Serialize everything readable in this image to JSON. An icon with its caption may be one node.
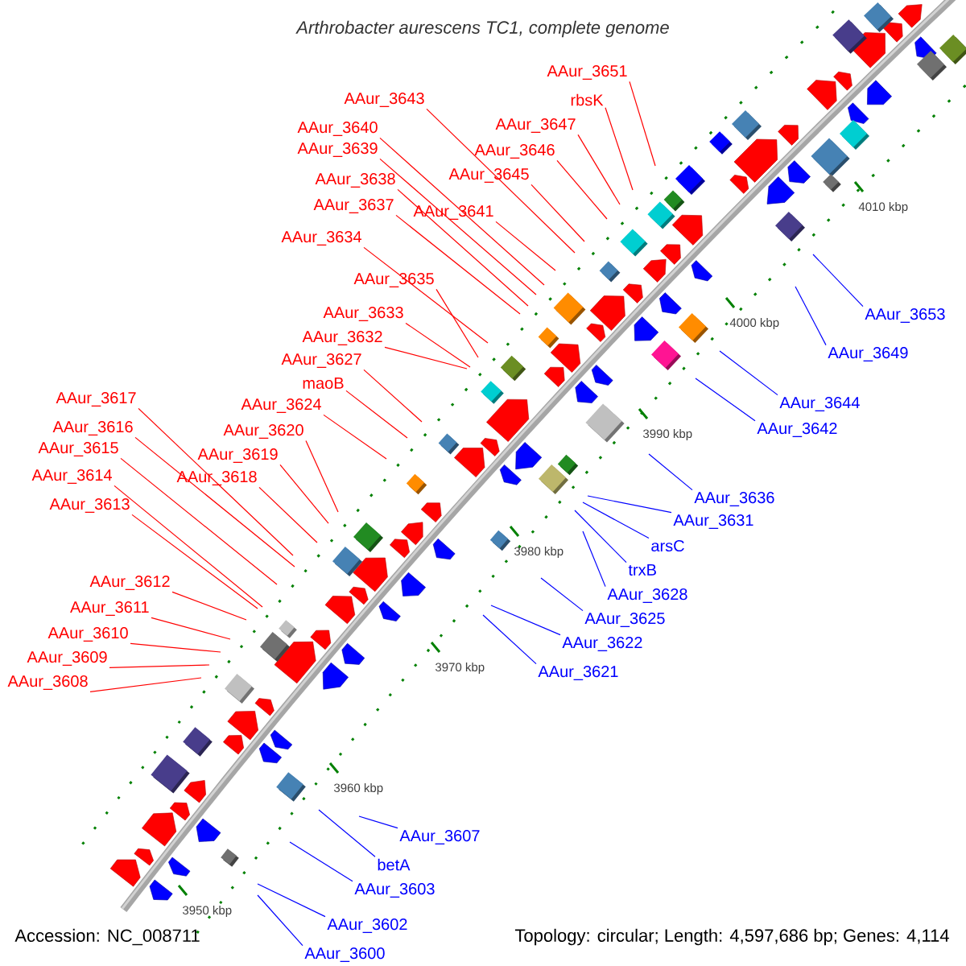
{
  "diagram": {
    "title": "Arthrobacter aurescens TC1, complete genome",
    "nodes": [
      {
        "text": [
          "AAur_3651"
        ]
      },
      {
        "text": [
          "rbsK"
        ]
      },
      {
        "text": [
          "AAur_3643"
        ]
      },
      {
        "text": [
          "AAur_3647"
        ]
      },
      {
        "text": [
          "AAur_3640"
        ]
      },
      {
        "text": [
          "AAur_3639"
        ]
      },
      {
        "text": [
          "AAur_3646"
        ]
      },
      {
        "text": [
          "AAur_3645"
        ]
      },
      {
        "text": [
          "AAur_3638"
        ]
      },
      {
        "text": [
          "AAur_3637"
        ]
      },
      {
        "text": [
          "AAur_3641"
        ]
      },
      {
        "text": [
          "AAur_3634"
        ]
      },
      {
        "text": [
          "AAur_3635"
        ]
      },
      {
        "text": [
          "AAur_3653"
        ]
      },
      {
        "text": [
          "AAur_3633"
        ]
      },
      {
        "text": [
          "AAur_3632"
        ]
      },
      {
        "text": [
          "AAur_3649"
        ]
      },
      {
        "text": [
          "AAur_3627"
        ]
      },
      {
        "text": [
          "maoB"
        ]
      },
      {
        "text": [
          "AAur_3617"
        ]
      },
      {
        "text": [
          "AAur_3644"
        ]
      },
      {
        "text": [
          "AAur_3624"
        ]
      },
      {
        "text": [
          "AAur_3616"
        ]
      },
      {
        "text": [
          "AAur_3642"
        ]
      },
      {
        "text": [
          "AAur_3620"
        ]
      },
      {
        "text": [
          "AAur_3615"
        ]
      },
      {
        "text": [
          "AAur_3619"
        ]
      },
      {
        "text": [
          "AAur_3614"
        ]
      },
      {
        "text": [
          "AAur_3618"
        ]
      },
      {
        "text": [
          "AAur_3636"
        ]
      },
      {
        "text": [
          "AAur_3613"
        ]
      },
      {
        "text": [
          "AAur_3631"
        ]
      },
      {
        "text": [
          "arsC"
        ]
      },
      {
        "text": [
          "trxB"
        ]
      },
      {
        "text": [
          "AAur_3612"
        ]
      },
      {
        "text": [
          "AAur_3628"
        ]
      },
      {
        "text": [
          "AAur_3611"
        ]
      },
      {
        "text": [
          "AAur_3625"
        ]
      },
      {
        "text": [
          "AAur_3610"
        ]
      },
      {
        "text": [
          "AAur_3622"
        ]
      },
      {
        "text": [
          "AAur_3609"
        ]
      },
      {
        "text": [
          "AAur_3621"
        ]
      },
      {
        "text": [
          "AAur_3608"
        ]
      },
      {
        "text": [
          "AAur_3607"
        ]
      },
      {
        "text": [
          "betA"
        ]
      },
      {
        "text": [
          "AAur_3603"
        ]
      },
      {
        "text": [
          "AAur_3602"
        ]
      },
      {
        "text": [
          "AAur_3600"
        ]
      }
    ],
    "edges": [
      {
        "from": 0,
        "to": null,
        "arrow": "none"
      },
      {
        "from": 1,
        "to": null,
        "arrow": "none"
      },
      {
        "from": 2,
        "to": null,
        "arrow": "none"
      },
      {
        "from": 3,
        "to": null,
        "arrow": "none"
      },
      {
        "from": 4,
        "to": null,
        "arrow": "none"
      },
      {
        "from": 5,
        "to": null,
        "arrow": "none"
      },
      {
        "from": 6,
        "to": null,
        "arrow": "none"
      },
      {
        "from": 7,
        "to": null,
        "arrow": "none"
      },
      {
        "from": 8,
        "to": null,
        "arrow": "none"
      },
      {
        "from": 9,
        "to": null,
        "arrow": "none"
      },
      {
        "from": 10,
        "to": null,
        "arrow": "none"
      },
      {
        "from": 11,
        "to": null,
        "arrow": "none"
      },
      {
        "from": 12,
        "to": null,
        "arrow": "none"
      },
      {
        "from": 13,
        "to": null,
        "arrow": "none",
        "color": "#0000ff"
      },
      {
        "from": 14,
        "to": null,
        "arrow": "none"
      },
      {
        "from": 15,
        "to": null,
        "arrow": "none"
      },
      {
        "from": 16,
        "to": null,
        "arrow": "none",
        "color": "#0000ff"
      },
      {
        "from": 17,
        "to": null,
        "arrow": "none"
      },
      {
        "from": 18,
        "to": null,
        "arrow": "none"
      },
      {
        "from": 19,
        "to": null,
        "arrow": "none"
      },
      {
        "from": 20,
        "to": null,
        "arrow": "none",
        "color": "#0000ff"
      },
      {
        "from": 21,
        "to": null,
        "arrow": "none"
      },
      {
        "from": 22,
        "to": null,
        "arrow": "none"
      },
      {
        "from": 23,
        "to": null,
        "arrow": "none",
        "color": "#0000ff"
      },
      {
        "from": 24,
        "to": null,
        "arrow": "none"
      },
      {
        "from": 25,
        "to": null,
        "arrow": "none"
      },
      {
        "from": 26,
        "to": null,
        "arrow": "none"
      },
      {
        "from": 27,
        "to": null,
        "arrow": "none"
      },
      {
        "from": 28,
        "to": null,
        "arrow": "none"
      },
      {
        "from": 29,
        "to": null,
        "arrow": "none",
        "color": "#0000ff"
      },
      {
        "from": 30,
        "to": null,
        "arrow": "none"
      },
      {
        "from": 31,
        "to": null,
        "arrow": "none",
        "color": "#0000ff"
      },
      {
        "from": 32,
        "to": null,
        "arrow": "none",
        "color": "#0000ff"
      },
      {
        "from": 33,
        "to": null,
        "arrow": "none",
        "color": "#0000ff"
      },
      {
        "from": 34,
        "to": null,
        "arrow": "none"
      },
      {
        "from": 35,
        "to": null,
        "arrow": "none",
        "color": "#0000ff"
      },
      {
        "from": 36,
        "to": null,
        "arrow": "none"
      },
      {
        "from": 37,
        "to": null,
        "arrow": "none",
        "color": "#0000ff"
      },
      {
        "from": 38,
        "to": null,
        "arrow": "none"
      },
      {
        "from": 39,
        "to": null,
        "arrow": "none",
        "color": "#0000ff"
      },
      {
        "from": 40,
        "to": null,
        "arrow": "none"
      },
      {
        "from": 41,
        "to": null,
        "arrow": "none",
        "color": "#0000ff"
      },
      {
        "from": 42,
        "to": null,
        "arrow": "none"
      },
      {
        "from": 43,
        "to": null,
        "arrow": "none",
        "color": "#0000ff"
      },
      {
        "from": 44,
        "to": null,
        "arrow": "none",
        "color": "#0000ff"
      },
      {
        "from": 45,
        "to": null,
        "arrow": "none",
        "color": "#0000ff"
      },
      {
        "from": 46,
        "to": null,
        "arrow": "none",
        "color": "#0000ff"
      },
      {
        "from": 47,
        "to": null,
        "arrow": "none",
        "color": "#0000ff"
      }
    ],
    "labels": [
      "4010 kbp",
      "4000 kbp",
      "3990 kbp",
      "3980 kbp",
      "3970 kbp",
      "3960 kbp",
      "3950 kbp",
      "Accession: NC_008711",
      "Topology: circular; Length: 4,597,686 bp; Genes: 4,114"
    ]
  }
}
